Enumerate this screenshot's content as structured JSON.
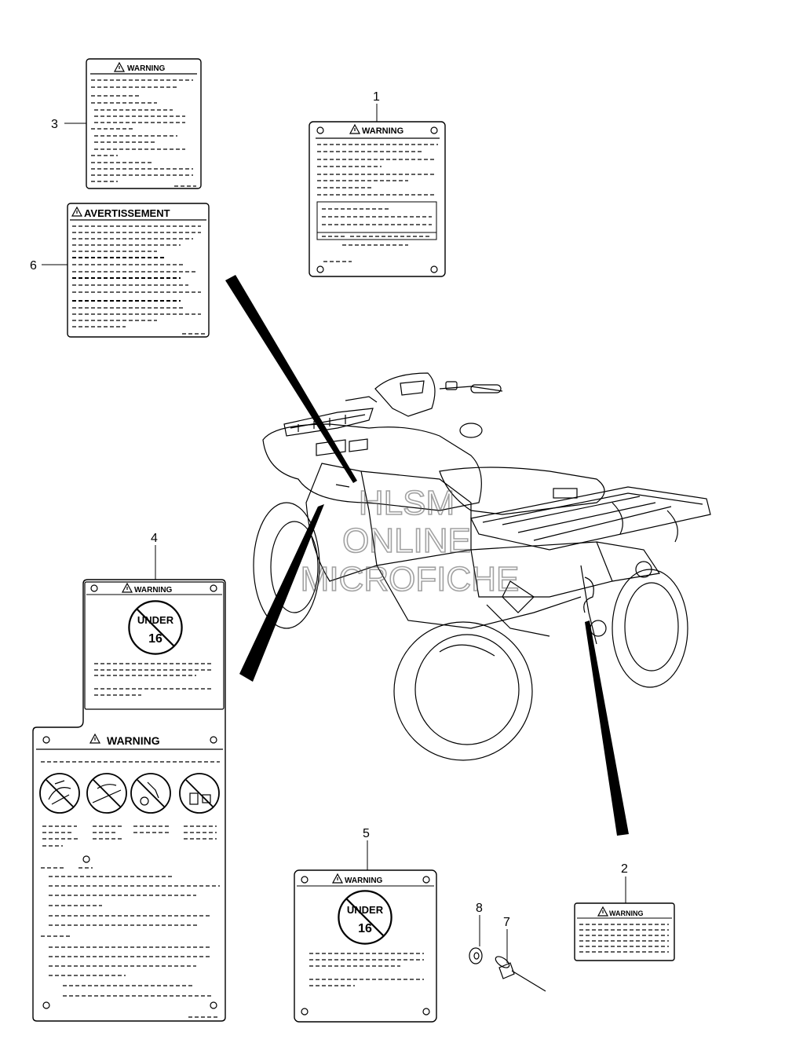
{
  "labels": {
    "warning": "WARNING",
    "avertissement": "AVERTISSEMENT",
    "under": "UNDER",
    "age": "16"
  },
  "callouts": [
    "1",
    "2",
    "3",
    "4",
    "5",
    "6",
    "7",
    "8"
  ],
  "watermark": [
    "HLSM",
    "ONLINE",
    "MICROFICHE"
  ]
}
